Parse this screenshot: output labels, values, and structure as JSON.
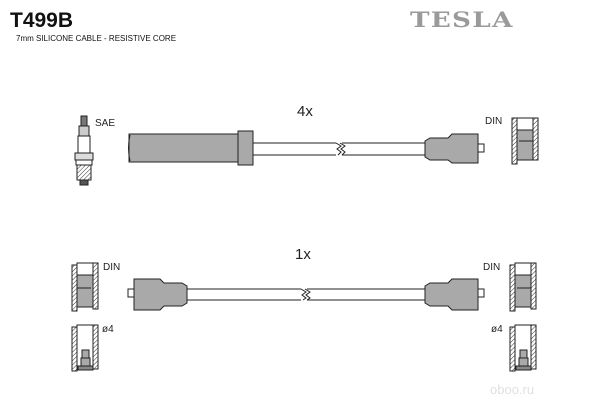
{
  "header": {
    "part_number": "T499B",
    "description": "7mm SILICONE CABLE - RESISTIVE CORE",
    "brand": "TESLA"
  },
  "top_set": {
    "quantity": "4x",
    "left_label": "SAE",
    "right_label": "DIN"
  },
  "bottom_set": {
    "quantity": "1x",
    "left_top_label": "DIN",
    "left_bottom_label": "ø4",
    "right_top_label": "DIN",
    "right_bottom_label": "ø4"
  },
  "watermark": "oboo.ru",
  "colors": {
    "boot_fill": "#a9a9a9",
    "outline": "#222222",
    "brand": "#9a9a9a"
  }
}
